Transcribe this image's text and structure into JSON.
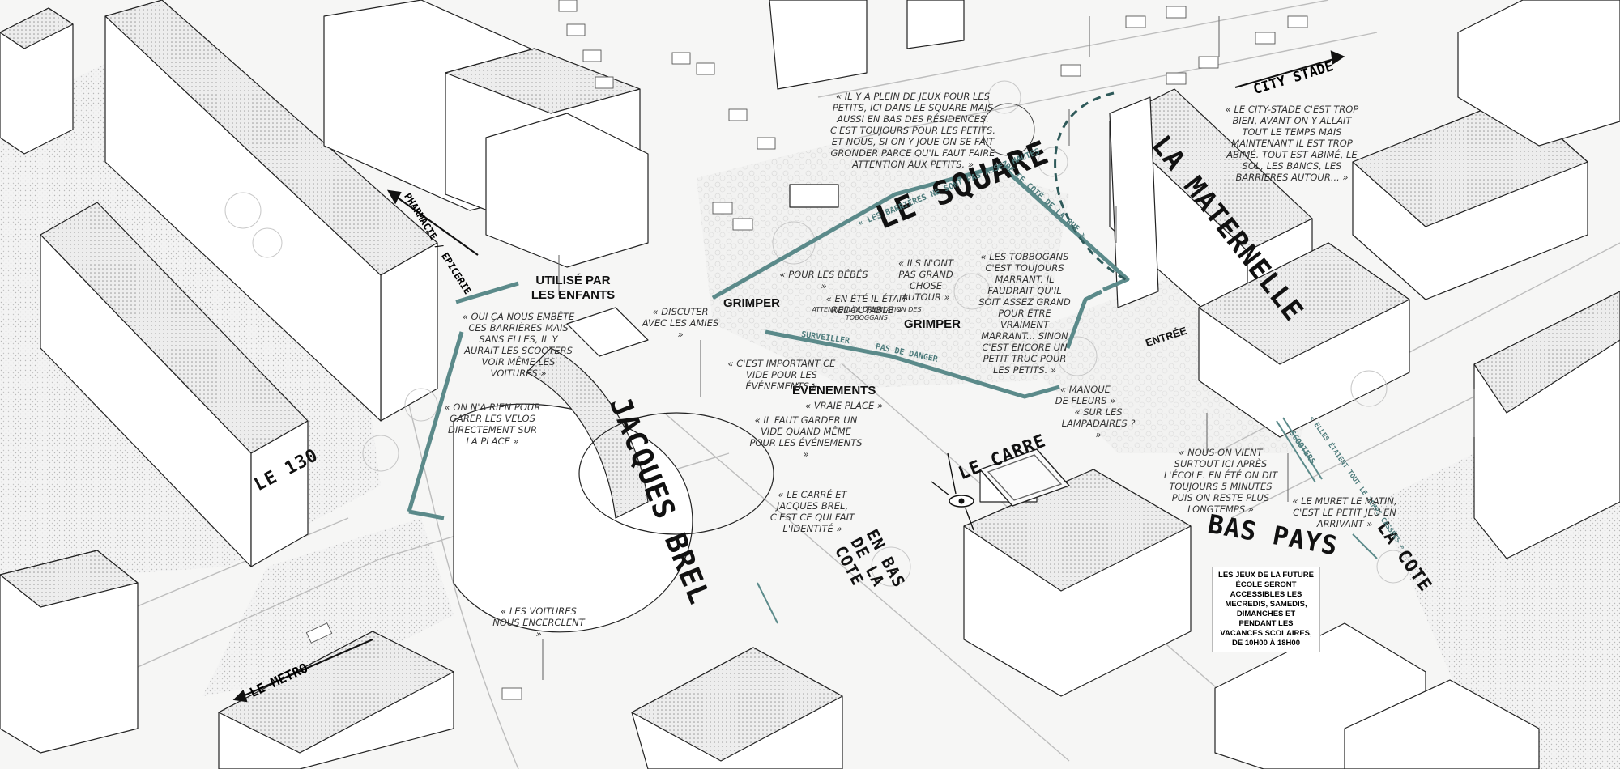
{
  "places": {
    "le_square": "LE SQUARE",
    "la_maternelle": "LA MATERNELLE",
    "jacques_brel": "JACQUES BREL",
    "le_130": "LE 130",
    "le_carre": "LE CARRE",
    "bas_pays": "BAS PAYS",
    "la_cote": "LA COTE",
    "en_bas_de_la_cote": "EN BAS DE LA COTE",
    "city_stade": "CITY STADE",
    "pharmacie": "PHARMACIE / EPICERIE",
    "le_metro": "LE METRO"
  },
  "labels": {
    "utilise": "UTILISÉ PAR LES ENFANTS",
    "grimper1": "GRIMPER",
    "grimper2": "GRIMPER",
    "evenements": "ÉVÉNEMENTS",
    "entree": "ENTRÉE"
  },
  "teal_labels": {
    "barrieres": "« LES BARRIÈRES NE SONT PAS ASSEZ HAUTES",
    "cote_rue": "DE CE COTÉ DE LA RUE »",
    "surveiller": "SURVEILLER",
    "pas_danger": "PAS DE DANGER",
    "scooters": "SCOOTERS",
    "tout_casse": "« ELLES ÉTAIENT TOUT LE TEMPS CASSÉES »"
  },
  "quotes": {
    "jeux": "« IL Y A PLEIN DE JEUX POUR LES PETITS, ICI DANS LE SQUARE MAIS AUSSI EN BAS DES RÉSIDENCES. C'EST TOUJOURS POUR LES PETITS. ET NOUS, SI ON Y JOUE ON SE FAIT GRONDER PARCE QU'IL FAUT FAIRE ATTENTION AUX PETITS. »",
    "city": "« LE CITY-STADE C'EST TROP BIEN, AVANT ON Y ALLAIT TOUT LE TEMPS MAIS MAINTENANT IL EST TROP ABIMÉ. TOUT EST ABIMÉ, LE SOL, LES BANCS, LES BARRIÈRES AUTOUR... »",
    "bebes": "« POUR LES BÉBÉS »",
    "grande_chose": "« ILS N'ONT PAS GRAND CHOSE AUTOUR »",
    "tobbogans": "« LES TOBBOGANS C'EST TOUJOURS MARRANT. IL FAUDRAIT QU'IL SOIT ASSEZ GRAND POUR ÊTRE VRAIMENT MARRANT... SINON C'EST ENCORE UN PETIT TRUC POUR LES PETITS. »",
    "redoutable": "« EN ÉTÉ IL ÉTAIT REDOUTABLE »",
    "attention": "ATTENTION À L'ORIENTATION DES TOBOGGANS",
    "amies": "« DISCUTER AVEC LES AMIES »",
    "embete": "« OUI ÇA NOUS EMBÊTE CES BARRIÈRES MAIS SANS ELLES, IL Y AURAIT LES SCOOTERS VOIR MÊME LES VOITURES »",
    "vide": "« C'EST IMPORTANT CE VIDE POUR LES ÉVÉNEMENTS »",
    "vraie_place": "« VRAIE PLACE »",
    "garder_vide": "« IL FAUT GARDER UN VIDE QUAND MÊME POUR LES ÉVÉNEMENTS »",
    "velos": "« ON N'A RIEN POUR GARER LES VELOS DIRECTEMENT SUR LA PLACE »",
    "fleurs": "« MANQUE DE FLEURS »",
    "lampadaires": "« SUR LES LAMPADAIRES ? »",
    "ecole": "« NOUS ON VIENT SURTOUT ICI APRÈS L'ÉCOLE. EN ÉTÉ ON DIT TOUJOURS 5 MINUTES PUIS ON RESTE PLUS LONGTEMPS »",
    "muret": "« LE MURET LE MATIN, C'EST LE PETIT JEU EN ARRIVANT »",
    "identite": "« LE CARRÉ ET JACQUES BREL, C'EST CE QUI FAIT L'IDENTITÉ »",
    "voitures": "« LES VOITURES NOUS ENCERCLENT »"
  },
  "note": "LES JEUX DE LA FUTURE ÉCOLE SERONT ACCESSIBLES LES MECREDIS, SAMEDIS, DIMANCHES ET PENDANT LES VACANCES SCOLAIRES, DE 10H00 À 18H00",
  "colors": {
    "accent": "#5b8a8a",
    "line": "#222222",
    "building": "#ffffff",
    "hatch": "#cfcfcf"
  }
}
